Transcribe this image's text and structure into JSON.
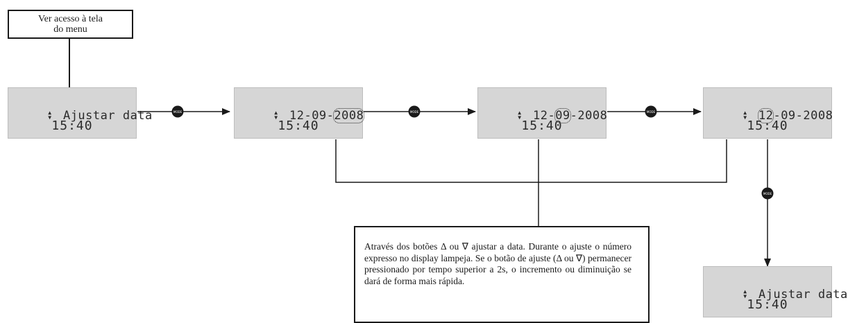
{
  "note": {
    "text_line1": "Ver acesso à tela",
    "text_line2": "do menu"
  },
  "mode_button": {
    "label": "MODE"
  },
  "display_1": {
    "icon": "up-down-arrows-icon",
    "line1": "Ajustar data",
    "line2": "15:40"
  },
  "display_2": {
    "icon": "up-down-arrows-icon",
    "day": "12",
    "month": "09",
    "year": "2008",
    "highlight": "year",
    "line2": "15:40"
  },
  "display_3": {
    "icon": "up-down-arrows-icon",
    "day": "12",
    "month": "09",
    "year": "2008",
    "highlight": "month",
    "line2": "15:40"
  },
  "display_4": {
    "icon": "up-down-arrows-icon",
    "day": "12",
    "month": "09",
    "year": "2008",
    "highlight": "day",
    "line2": "15:40"
  },
  "display_5": {
    "icon": "up-down-arrows-icon",
    "line1": "Ajustar data",
    "line2": "15:40"
  },
  "description": {
    "text": "Através dos botões Δ ou ∇ ajustar a data. Durante o ajuste o número expresso no display lampeja. Se o botão de ajuste (Δ ou ∇) permanecer pressionado por tempo superior a 2s, o incremento ou diminuição se dará de forma mais rápida."
  },
  "colors": {
    "lcd_background": "#d6d6d6",
    "line": "#1a1a1a"
  }
}
